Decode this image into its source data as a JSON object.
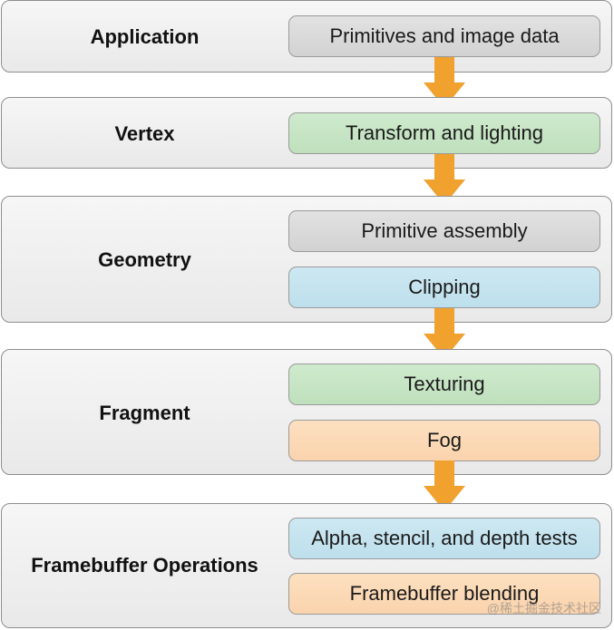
{
  "stages": [
    {
      "name": "Application",
      "steps": [
        "Primitives and image data"
      ]
    },
    {
      "name": "Vertex",
      "steps": [
        "Transform and lighting"
      ]
    },
    {
      "name": "Geometry",
      "steps": [
        "Primitive assembly",
        "Clipping"
      ]
    },
    {
      "name": "Fragment",
      "steps": [
        "Texturing",
        "Fog"
      ]
    },
    {
      "name": "Framebuffer Operations",
      "steps": [
        "Alpha, stencil, and depth tests",
        "Framebuffer blending"
      ]
    }
  ],
  "colors": {
    "arrow": "#f0a12e",
    "gray": "#d9d9d9",
    "green": "#c6e5c4",
    "blue": "#c5e3ef",
    "orange": "#fbd9b6"
  },
  "watermark": "@稀土掘金技术社区"
}
